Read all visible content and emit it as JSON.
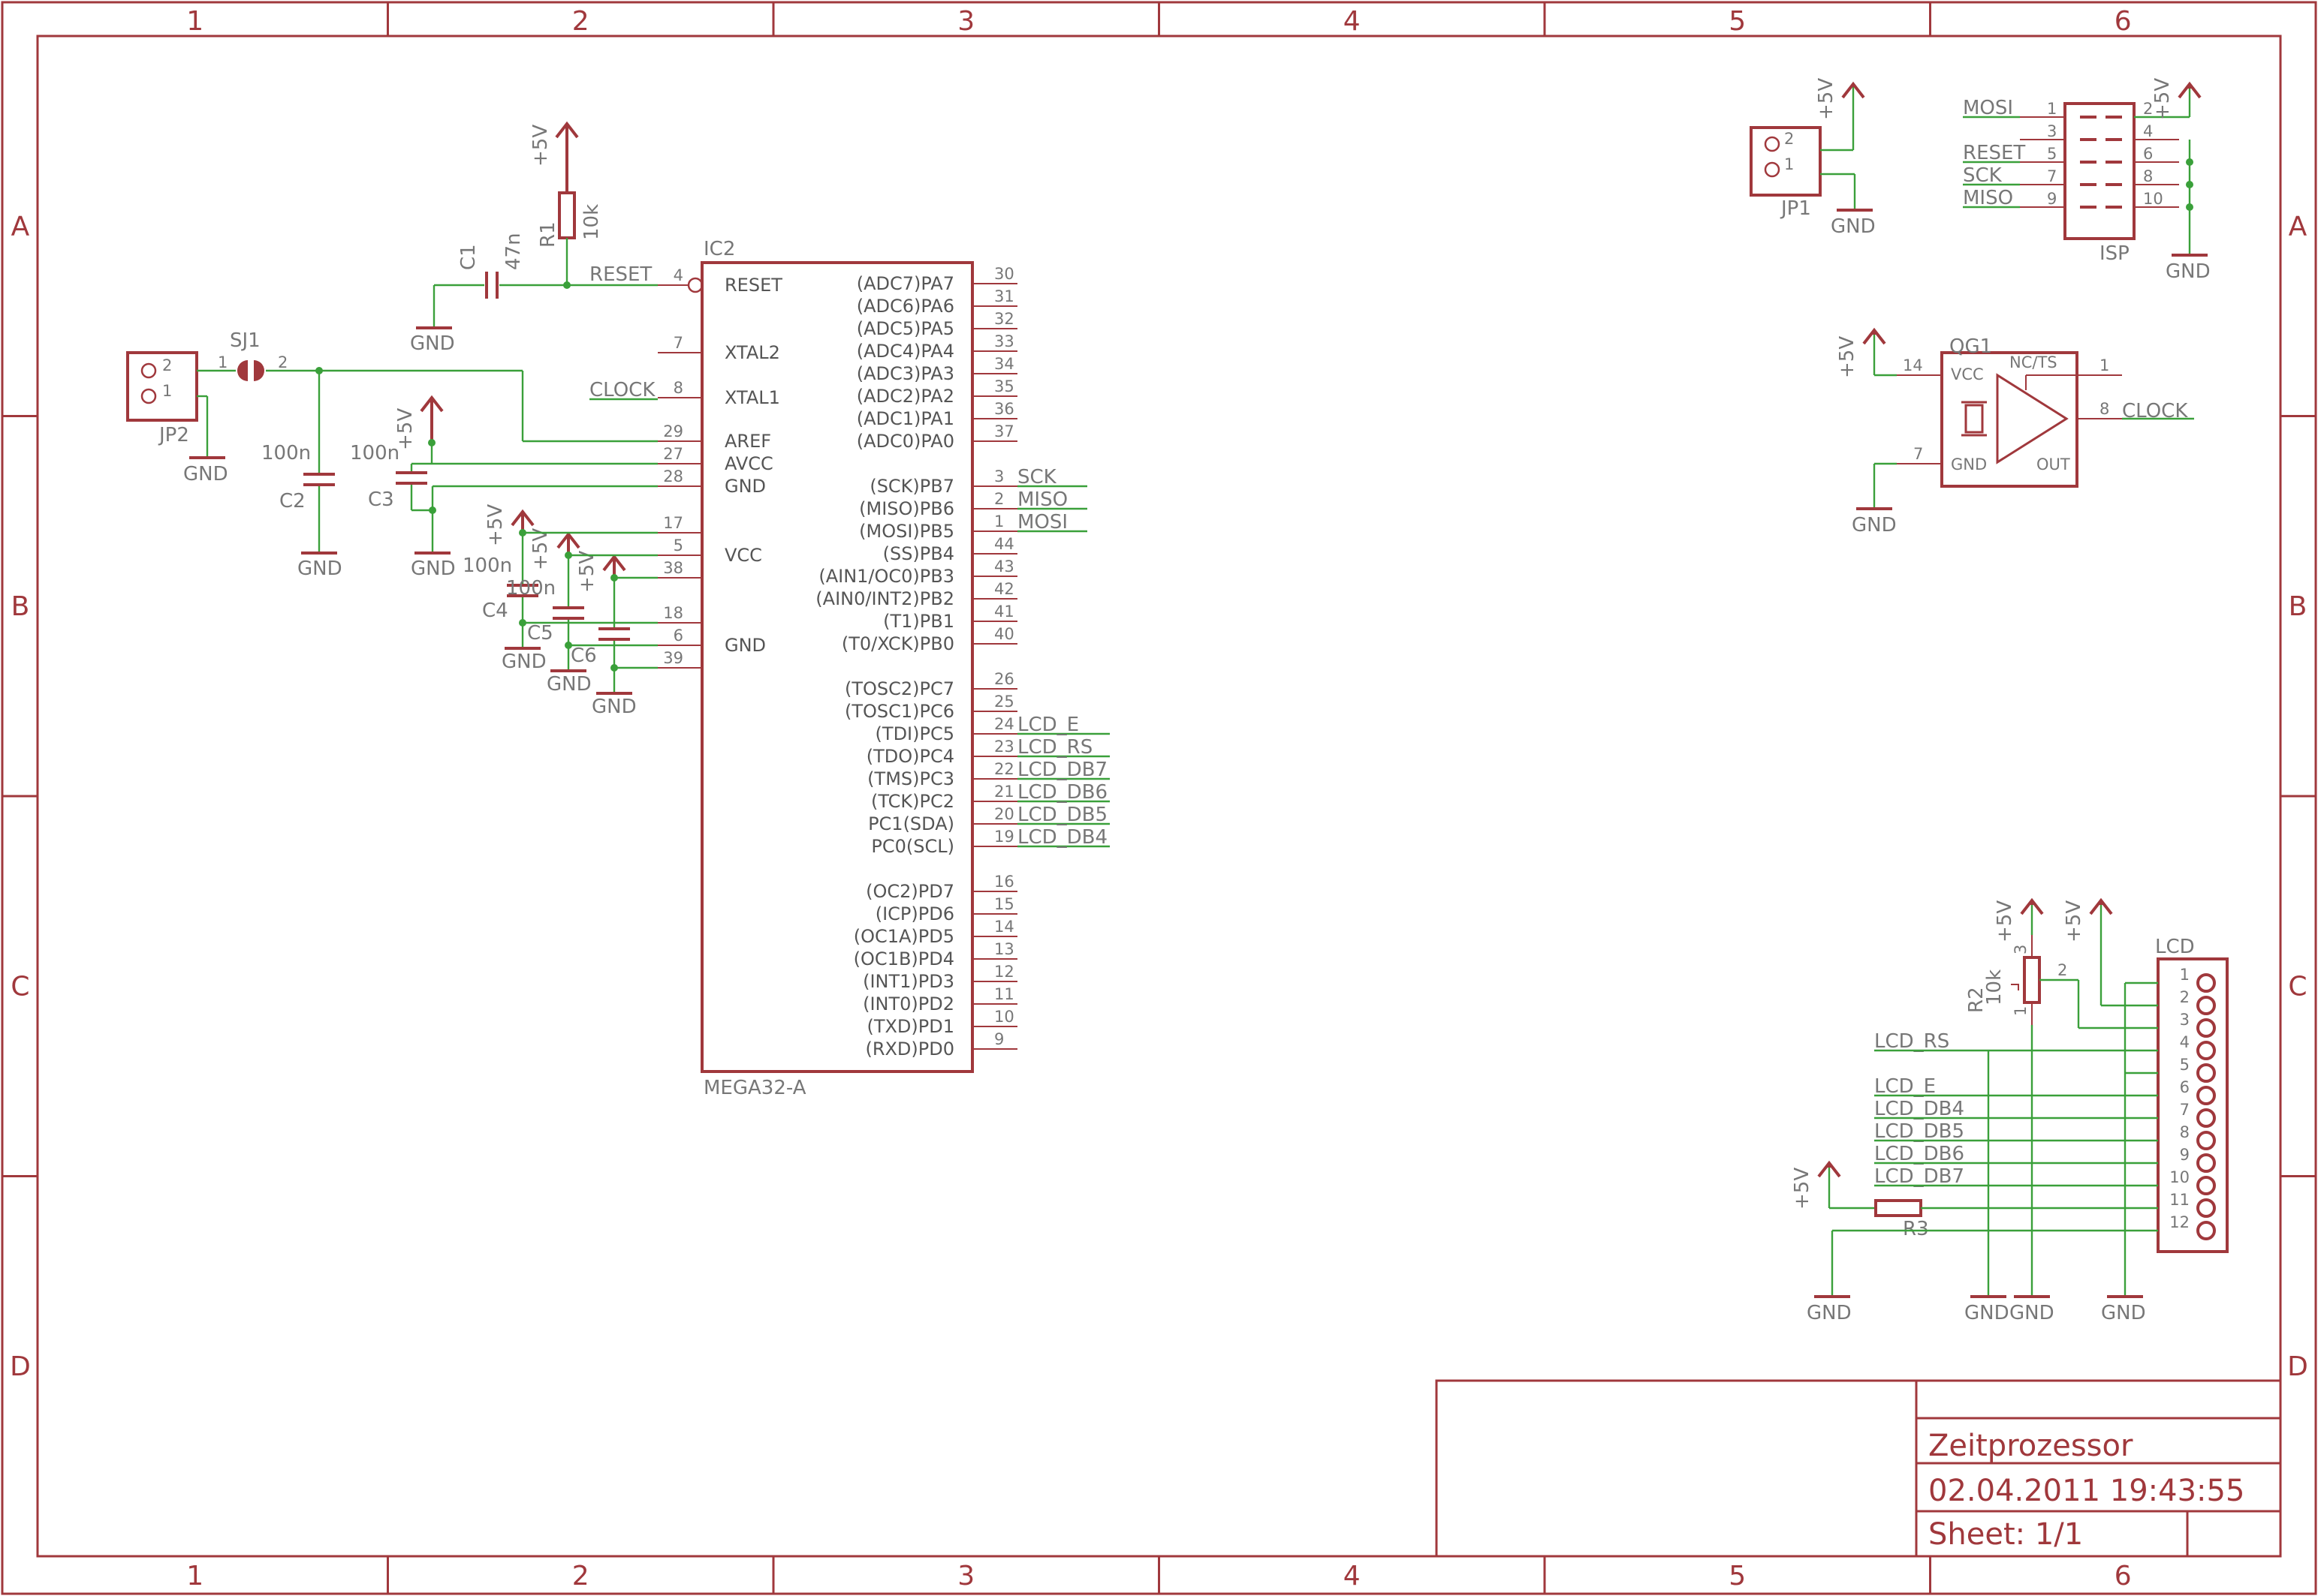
{
  "colors": {
    "part": "#a0383c",
    "net": "#3aa03a",
    "text": "#777777"
  },
  "frame": {
    "columns": [
      "1",
      "2",
      "3",
      "4",
      "5",
      "6"
    ],
    "rows": [
      "A",
      "B",
      "C",
      "D"
    ]
  },
  "title_block": {
    "title": "Zeitprozessor",
    "date": "02.04.2011 19:43:55",
    "sheet": "Sheet: 1/1"
  },
  "supply": {
    "vcc": "+5V",
    "gnd": "GND"
  },
  "ic2": {
    "name": "IC2",
    "value": "MEGA32-A",
    "left_pins": [
      {
        "num": "4",
        "label": "RESET"
      },
      {
        "num": "7",
        "label": "XTAL2"
      },
      {
        "num": "8",
        "label": "XTAL1"
      },
      {
        "num": "29",
        "label": "AREF"
      },
      {
        "num": "27",
        "label": "AVCC"
      },
      {
        "num": "28",
        "label": "GND"
      },
      {
        "num": "17",
        "label": ""
      },
      {
        "num": "5",
        "label": "VCC"
      },
      {
        "num": "38",
        "label": ""
      },
      {
        "num": "18",
        "label": ""
      },
      {
        "num": "6",
        "label": "GND"
      },
      {
        "num": "39",
        "label": ""
      }
    ],
    "right_pins": [
      {
        "num": "30",
        "label": "(ADC7)PA7"
      },
      {
        "num": "31",
        "label": "(ADC6)PA6"
      },
      {
        "num": "32",
        "label": "(ADC5)PA5"
      },
      {
        "num": "33",
        "label": "(ADC4)PA4"
      },
      {
        "num": "34",
        "label": "(ADC3)PA3"
      },
      {
        "num": "35",
        "label": "(ADC2)PA2"
      },
      {
        "num": "36",
        "label": "(ADC1)PA1"
      },
      {
        "num": "37",
        "label": "(ADC0)PA0"
      },
      {
        "num": "3",
        "label": "(SCK)PB7"
      },
      {
        "num": "2",
        "label": "(MISO)PB6"
      },
      {
        "num": "1",
        "label": "(MOSI)PB5"
      },
      {
        "num": "44",
        "label": "(SS)PB4"
      },
      {
        "num": "43",
        "label": "(AIN1/OC0)PB3"
      },
      {
        "num": "42",
        "label": "(AIN0/INT2)PB2"
      },
      {
        "num": "41",
        "label": "(T1)PB1"
      },
      {
        "num": "40",
        "label": "(T0/XCK)PB0"
      },
      {
        "num": "26",
        "label": "(TOSC2)PC7"
      },
      {
        "num": "25",
        "label": "(TOSC1)PC6"
      },
      {
        "num": "24",
        "label": "(TDI)PC5"
      },
      {
        "num": "23",
        "label": "(TDO)PC4"
      },
      {
        "num": "22",
        "label": "(TMS)PC3"
      },
      {
        "num": "21",
        "label": "(TCK)PC2"
      },
      {
        "num": "20",
        "label": "PC1(SDA)"
      },
      {
        "num": "19",
        "label": "PC0(SCL)"
      },
      {
        "num": "16",
        "label": "(OC2)PD7"
      },
      {
        "num": "15",
        "label": "(ICP)PD6"
      },
      {
        "num": "14",
        "label": "(OC1A)PD5"
      },
      {
        "num": "13",
        "label": "(OC1B)PD4"
      },
      {
        "num": "12",
        "label": "(INT1)PD3"
      },
      {
        "num": "11",
        "label": "(INT0)PD2"
      },
      {
        "num": "10",
        "label": "(TXD)PD1"
      },
      {
        "num": "9",
        "label": "(RXD)PD0"
      }
    ],
    "net_labels": {
      "reset": "RESET",
      "clock": "CLOCK",
      "sck": "SCK",
      "miso": "MISO",
      "mosi": "MOSI",
      "lcd_e": "LCD_E",
      "lcd_rs": "LCD_RS",
      "lcd_db7": "LCD_DB7",
      "lcd_db6": "LCD_DB6",
      "lcd_db5": "LCD_DB5",
      "lcd_db4": "LCD_DB4"
    }
  },
  "components": {
    "r1": {
      "name": "R1",
      "value": "10k"
    },
    "c1": {
      "name": "C1",
      "value": "47n"
    },
    "c2": {
      "name": "C2",
      "value": "100n"
    },
    "c3": {
      "name": "C3",
      "value": "100n"
    },
    "c4": {
      "name": "C4",
      "value": "100n"
    },
    "c5": {
      "name": "C5",
      "value": "100n"
    },
    "c6": {
      "name": "C6"
    },
    "sj1": {
      "name": "SJ1",
      "pin1": "1",
      "pin2": "2"
    },
    "jp2": {
      "name": "JP2",
      "pin1": "1",
      "pin2": "2"
    },
    "jp1": {
      "name": "JP1",
      "pin1": "1",
      "pin2": "2"
    },
    "r2": {
      "name": "R2",
      "value": "10k",
      "pin1": "1",
      "pin2": "2",
      "pin3": "3"
    },
    "r3": {
      "name": "R3"
    }
  },
  "isp": {
    "name": "ISP",
    "left_nets": [
      "MOSI",
      "RESET",
      "SCK",
      "MISO"
    ],
    "pins_left": [
      "1",
      "3",
      "5",
      "7",
      "9"
    ],
    "pins_right": [
      "2",
      "4",
      "6",
      "8",
      "10"
    ]
  },
  "qg1": {
    "name": "QG1",
    "vcc": "VCC",
    "gnd": "GND",
    "nc": "NC/TS",
    "out": "OUT",
    "pin_vcc": "14",
    "pin_gnd": "7",
    "pin_nc": "1",
    "pin_out": "8",
    "net": "CLOCK"
  },
  "lcd": {
    "name": "LCD",
    "pins": [
      "1",
      "2",
      "3",
      "4",
      "5",
      "6",
      "7",
      "8",
      "9",
      "10",
      "11",
      "12"
    ],
    "nets": [
      "LCD_RS",
      "LCD_E",
      "LCD_DB4",
      "LCD_DB5",
      "LCD_DB6",
      "LCD_DB7"
    ]
  }
}
